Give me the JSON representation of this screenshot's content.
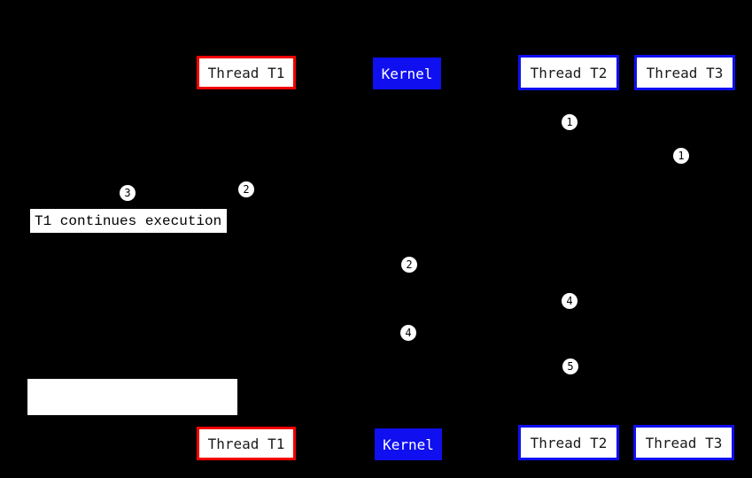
{
  "colors": {
    "background": "#000000",
    "red": "#f20000",
    "blue": "#0f0ff0",
    "box_fill": "#ffffff",
    "text_dark": "#1a1a1a",
    "text_light": "#ffffff"
  },
  "nodes": {
    "thread_t1": "Thread T1",
    "kernel": "Kernel",
    "thread_t2": "Thread T2",
    "thread_t3": "Thread T3"
  },
  "annotations": {
    "t1_continues": "T1 continues execution"
  },
  "markers": [
    {
      "value": "1"
    },
    {
      "value": "1"
    },
    {
      "value": "3"
    },
    {
      "value": "2"
    },
    {
      "value": "2"
    },
    {
      "value": "4"
    },
    {
      "value": "4"
    },
    {
      "value": "5"
    }
  ]
}
